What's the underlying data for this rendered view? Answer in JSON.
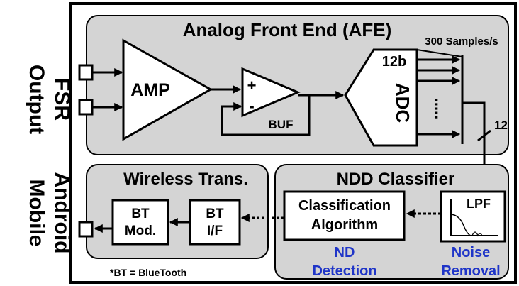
{
  "side_labels": {
    "top": [
      "FSR",
      "Output"
    ],
    "bottom": [
      "Android",
      "Mobile"
    ]
  },
  "afe": {
    "title": "Analog Front End (AFE)",
    "samples": "300 Samples/s",
    "amp": "AMP",
    "buf": "BUF",
    "plus": "+",
    "minus": "-",
    "adc": "ADC",
    "bits": "12b",
    "bus_width": "12",
    "ellipsis": "....."
  },
  "ndd": {
    "title": "NDD Classifier",
    "classification": [
      "Classification",
      "Algorithm"
    ],
    "lpf": "LPF",
    "nd_detection": [
      "ND",
      "Detection"
    ],
    "noise_removal": [
      "Noise",
      "Removal"
    ]
  },
  "wireless": {
    "title": "Wireless Trans.",
    "bt_mod": [
      "BT",
      "Mod."
    ],
    "bt_if": [
      "BT",
      "I/F"
    ]
  },
  "footnote": "*BT = BlueTooth",
  "colors": {
    "panel_fill": "#d4d4d4",
    "block_fill": "#ffffff",
    "outline": "#000000",
    "annotation_blue": "#1f35c8"
  }
}
